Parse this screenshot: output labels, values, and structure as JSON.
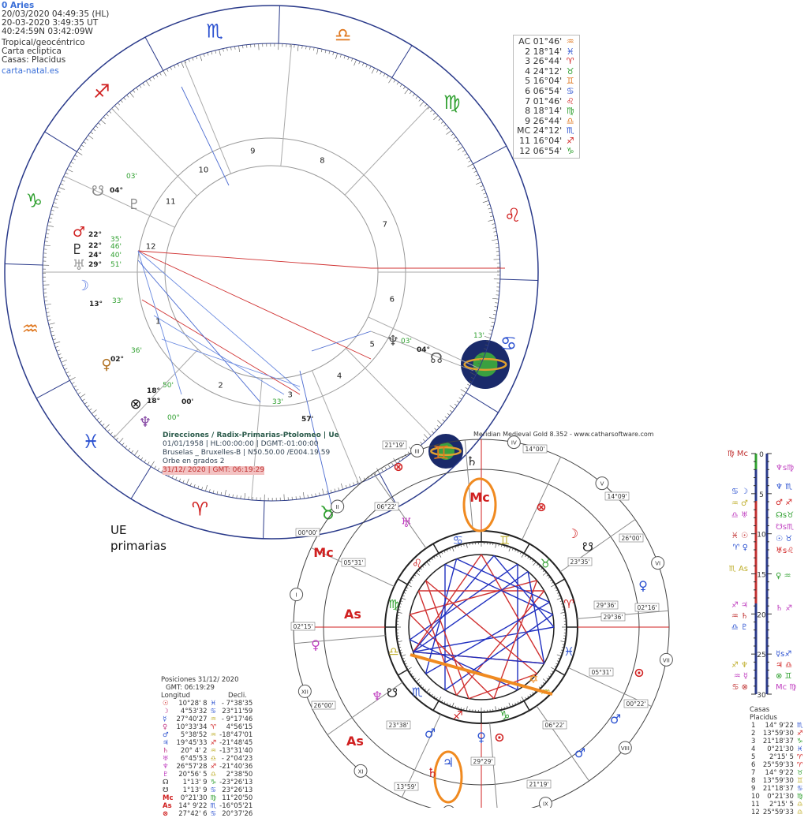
{
  "info": {
    "title": "0 Aries",
    "local_time": "20/03/2020 04:49:35 (HL)",
    "ut_time": "20-03-2020 3:49:35 UT",
    "coords": "40:24:59N 03:42:09W",
    "system": "Tropical/geocéntrico",
    "chart_type": "Carta ecliptica",
    "houses": "Casas: Placidus",
    "site": "carta-natal.es"
  },
  "house_table": [
    {
      "label": "AC",
      "deg": "01°46'",
      "sign": "♒",
      "color": "#e07820"
    },
    {
      "label": "2",
      "deg": "18°14'",
      "sign": "♓",
      "color": "#2a50d0"
    },
    {
      "label": "3",
      "deg": "26°44'",
      "sign": "♈",
      "color": "#d02020"
    },
    {
      "label": "4",
      "deg": "24°12'",
      "sign": "♉",
      "color": "#30a030"
    },
    {
      "label": "5",
      "deg": "16°04'",
      "sign": "♊",
      "color": "#e07820"
    },
    {
      "label": "6",
      "deg": "06°54'",
      "sign": "♋",
      "color": "#2a50d0"
    },
    {
      "label": "7",
      "deg": "01°46'",
      "sign": "♌",
      "color": "#d02020"
    },
    {
      "label": "8",
      "deg": "18°14'",
      "sign": "♍",
      "color": "#30a030"
    },
    {
      "label": "9",
      "deg": "26°44'",
      "sign": "♎",
      "color": "#e07820"
    },
    {
      "label": "MC",
      "deg": "24°12'",
      "sign": "♏",
      "color": "#2a50d0"
    },
    {
      "label": "11",
      "deg": "16°04'",
      "sign": "♐",
      "color": "#d02020"
    },
    {
      "label": "12",
      "deg": "06°54'",
      "sign": "♑",
      "color": "#30a030"
    }
  ],
  "top_chart": {
    "signs": [
      {
        "glyph": "♈",
        "color": "#d02020"
      },
      {
        "glyph": "♉",
        "color": "#30a030"
      },
      {
        "glyph": "♊",
        "color": "#e07820"
      },
      {
        "glyph": "♋",
        "color": "#2a50d0"
      },
      {
        "glyph": "♌",
        "color": "#d02020"
      },
      {
        "glyph": "♍",
        "color": "#30a030"
      },
      {
        "glyph": "♎",
        "color": "#e07820"
      },
      {
        "glyph": "♏",
        "color": "#2a50d0"
      },
      {
        "glyph": "♐",
        "color": "#d02020"
      },
      {
        "glyph": "♑",
        "color": "#30a030"
      },
      {
        "glyph": "♒",
        "color": "#e07820"
      },
      {
        "glyph": "♓",
        "color": "#2a50d0"
      }
    ],
    "house_numbers": [
      "1",
      "2",
      "3",
      "4",
      "5",
      "6",
      "7",
      "8",
      "9",
      "10",
      "11",
      "12"
    ],
    "planet_labels": [
      "04°",
      "03'",
      "22°",
      "35'",
      "22°",
      "46'",
      "24°",
      "40'",
      "29°",
      "51'",
      "13°",
      "33'",
      "02°",
      "36'",
      "18°",
      "50'",
      "18°",
      "00°",
      "00'",
      "03'",
      "04°",
      "33'",
      "57'",
      "13'"
    ]
  },
  "directions": {
    "title": "Direcciones / Radix-Primarias-Ptolomeo | Ue",
    "line1": "01/01/1958 | HL:00:00:00 | DGMT:-01:00:00",
    "line2": "Bruselas _ Bruxelles-B | N50.50.00 /E004.19.59",
    "orb": "Orbe en grados 2",
    "date": "31/12/ 2020 | GMT: 06:19:29"
  },
  "note": {
    "line1": "UE",
    "line2": "primarias"
  },
  "meridian_credit": "Meridian Medieval Gold 8.352 - www.catharsoftware.com",
  "bottom_chart": {
    "roman": [
      "I",
      "II",
      "III",
      "IV",
      "V",
      "VI",
      "VII",
      "VIII",
      "IX",
      "X",
      "XI",
      "XII"
    ],
    "cusp_labels": [
      "14°00'",
      "21°19'",
      "06°22'",
      "00°00'",
      "05°31'",
      "29°36'",
      "02°15'",
      "26°00'",
      "23°38'",
      "13°59'",
      "14°09'",
      "26°00'",
      "23°35'",
      "02°16'",
      "29°36'",
      "05°31'",
      "00°22'",
      "06°22'",
      "21°19'",
      "29°29'"
    ],
    "signs": [
      "♋",
      "♊",
      "♉",
      "♈",
      "♓",
      "♒",
      "♑",
      "♐",
      "♏",
      "♎",
      "♍",
      "♌"
    ]
  },
  "positions": {
    "title": "Posiciones 31/12/ 2020",
    "gmt": "GMT: 06:19:29",
    "col_long": "Longitud",
    "col_decl": "Decli.",
    "rows": [
      {
        "g": "☉",
        "c": "#d02020",
        "lon": "10°28' 8",
        "s": "♓",
        "sc": "#2a50d0",
        "dec": "- 7°38'35"
      },
      {
        "g": "☽",
        "c": "#c03080",
        "lon": "4°53'32",
        "s": "♋",
        "sc": "#2a50d0",
        "dec": "23°11'59"
      },
      {
        "g": "☿",
        "c": "#2a50d0",
        "lon": "27°40'27",
        "s": "♒",
        "sc": "#c0b030",
        "dec": "- 9°17'46"
      },
      {
        "g": "♀",
        "c": "#c03080",
        "lon": "10°33'34",
        "s": "♈",
        "sc": "#d02020",
        "dec": "4°56'15"
      },
      {
        "g": "♂",
        "c": "#2a50d0",
        "lon": "5°38'52",
        "s": "♒",
        "sc": "#c0b030",
        "dec": "-18°47'01"
      },
      {
        "g": "♃",
        "c": "#2a50d0",
        "lon": "19°45'33",
        "s": "♐",
        "sc": "#d02020",
        "dec": "-21°48'45"
      },
      {
        "g": "♄",
        "c": "#c03080",
        "lon": "20° 4' 2",
        "s": "♒",
        "sc": "#c0b030",
        "dec": "-13°31'40"
      },
      {
        "g": "♅",
        "c": "#c040c0",
        "lon": "6°45'53",
        "s": "♎",
        "sc": "#c0b030",
        "dec": "- 2°04'23"
      },
      {
        "g": "♆",
        "c": "#c040c0",
        "lon": "26°57'28",
        "s": "♐",
        "sc": "#d02020",
        "dec": "-21°40'36"
      },
      {
        "g": "♇",
        "c": "#c040c0",
        "lon": "20°56' 5",
        "s": "♎",
        "sc": "#c0b030",
        "dec": "2°38'50"
      },
      {
        "g": "☊",
        "c": "#222",
        "lon": "1°13' 9",
        "s": "♑",
        "sc": "#30a030",
        "dec": "-23°26'13"
      },
      {
        "g": "☋",
        "c": "#222",
        "lon": "1°13' 9",
        "s": "♋",
        "sc": "#2a50d0",
        "dec": "23°26'13"
      },
      {
        "g": "Mc",
        "c": "#d02020",
        "lon": "0°21'30",
        "s": "♍",
        "sc": "#30a030",
        "dec": "11°20'50"
      },
      {
        "g": "As",
        "c": "#d02020",
        "lon": "14° 9'22",
        "s": "♏",
        "sc": "#2a50d0",
        "dec": "-16°05'21"
      },
      {
        "g": "⊗",
        "c": "#d02020",
        "lon": "27°42' 6",
        "s": "♋",
        "sc": "#2a50d0",
        "dec": "20°37'26"
      }
    ]
  },
  "casas": {
    "title": "Casas",
    "system": "Placidus",
    "rows": [
      {
        "n": "1",
        "v": "14° 9'22",
        "s": "♏",
        "c": "#2a50d0"
      },
      {
        "n": "2",
        "v": "13°59'30",
        "s": "♐",
        "c": "#d02020"
      },
      {
        "n": "3",
        "v": "21°18'37",
        "s": "♑",
        "c": "#30a030"
      },
      {
        "n": "4",
        "v": "0°21'30",
        "s": "♓",
        "c": "#2a50d0"
      },
      {
        "n": "5",
        "v": "2°15' 5",
        "s": "♈",
        "c": "#d02020"
      },
      {
        "n": "6",
        "v": "25°59'33",
        "s": "♈",
        "c": "#d02020"
      },
      {
        "n": "7",
        "v": "14° 9'22",
        "s": "♉",
        "c": "#30a030"
      },
      {
        "n": "8",
        "v": "13°59'30",
        "s": "♊",
        "c": "#c0b030"
      },
      {
        "n": "9",
        "v": "21°18'37",
        "s": "♋",
        "c": "#2a50d0"
      },
      {
        "n": "10",
        "v": "0°21'30",
        "s": "♍",
        "c": "#30a030"
      },
      {
        "n": "11",
        "v": "2°15' 5",
        "s": "♎",
        "c": "#c0b030"
      },
      {
        "n": "12",
        "v": "25°59'33",
        "s": "♎",
        "c": "#c0b030"
      }
    ]
  },
  "scale": {
    "ticks": [
      "0",
      "5",
      "10",
      "15",
      "20",
      "25",
      "30"
    ],
    "left_labels": [
      "♍ Mc",
      "♋ ☽",
      "♒ ♂",
      "♎ ♅",
      "♓ ☉",
      "♈ ♀",
      "♏ As",
      "♐ ♃",
      "♒ ♄",
      "♎ ♇",
      "♐ ♆",
      "♒ ☿",
      "♋ ⊗"
    ],
    "right_labels": [
      "♆s♍",
      "♆ ♏",
      "♂ ♐",
      "☊s♉",
      "☋s♏",
      "☉ ♉",
      "♅s♌",
      "♀ ♒",
      "♄ ♐",
      "☿s♐",
      "♃ ♎",
      "⊗ ♊",
      "Mc ♍"
    ]
  }
}
